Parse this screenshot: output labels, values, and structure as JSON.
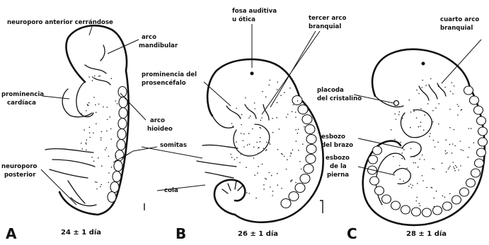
{
  "figure": {
    "panel_a": {
      "letter": "A",
      "age": "24 ± 1 día",
      "labels": {
        "neuroporo_anterior": "neuroporo anterior cerrándose",
        "arco_mandibular_1": "arco",
        "arco_mandibular_2": "mandibular",
        "prominencia_cardiaca_1": "prominencia",
        "prominencia_cardiaca_2": "cardíaca",
        "arco_hioideo_1": "arco",
        "arco_hioideo_2": "hioideo",
        "somitas": "somitas",
        "neuroporo_posterior_1": "neuroporo",
        "neuroporo_posterior_2": "posterior"
      }
    },
    "panel_b": {
      "letter": "B",
      "age": "26 ± 1 día",
      "labels": {
        "fosa_auditiva_1": "fosa auditiva",
        "fosa_auditiva_2": "u ótica",
        "tercer_arco_1": "tercer arco",
        "tercer_arco_2": "branquial",
        "prominencia_prosencefalo_1": "prominencia del",
        "prominencia_prosencefalo_2": "prosencéfalo",
        "cola": "cola"
      }
    },
    "panel_c": {
      "letter": "C",
      "age": "28 ± 1 día",
      "labels": {
        "cuarto_arco_1": "cuarto arco",
        "cuarto_arco_2": "branquial",
        "placoda_cristalino_1": "placoda",
        "placoda_cristalino_2": "del cristalino",
        "esbozo_brazo_1": "esbozo",
        "esbozo_brazo_2": "del brazo",
        "esbozo_pierna_1": "esbozo",
        "esbozo_pierna_2": "de la",
        "esbozo_pierna_3": "pierna"
      }
    }
  }
}
